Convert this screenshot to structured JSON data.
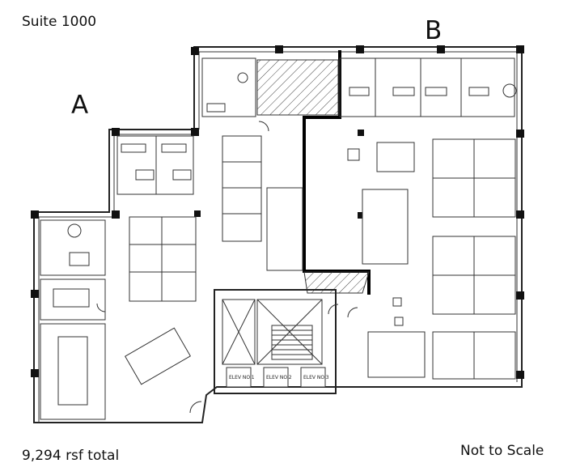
{
  "labels": {
    "suite": "Suite 1000",
    "section_a": "A",
    "section_b": "B",
    "area": "9,294 rsf total",
    "scale": "Not to Scale"
  },
  "elevators": [
    "ELEV NO.1",
    "ELEV NO.2",
    "ELEV NO.3"
  ]
}
